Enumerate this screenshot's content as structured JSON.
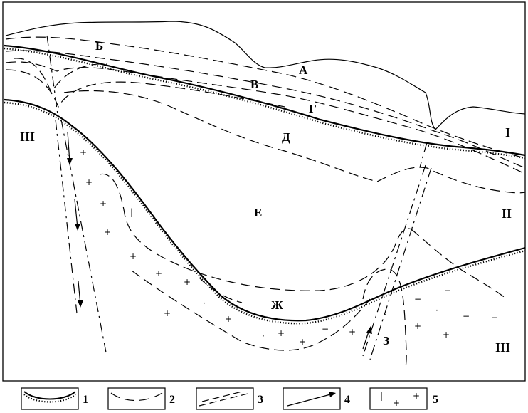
{
  "section_labels": {
    "a": "А",
    "b": "Б",
    "v": "В",
    "g": "Г",
    "d": "Д",
    "e": "Е",
    "zh": "Ж",
    "z": "З"
  },
  "zone_labels": {
    "left": "III",
    "right_top": "I",
    "right_mid": "II",
    "right_bottom": "III"
  },
  "legend": {
    "items": [
      {
        "symbol": "dotted-thick-boundary",
        "number": "1"
      },
      {
        "symbol": "long-dash-line",
        "number": "2"
      },
      {
        "symbol": "double-dash-line",
        "number": "3"
      },
      {
        "symbol": "arrow",
        "number": "4"
      },
      {
        "symbol": "crosses-and-ticks",
        "number": "5"
      }
    ]
  }
}
